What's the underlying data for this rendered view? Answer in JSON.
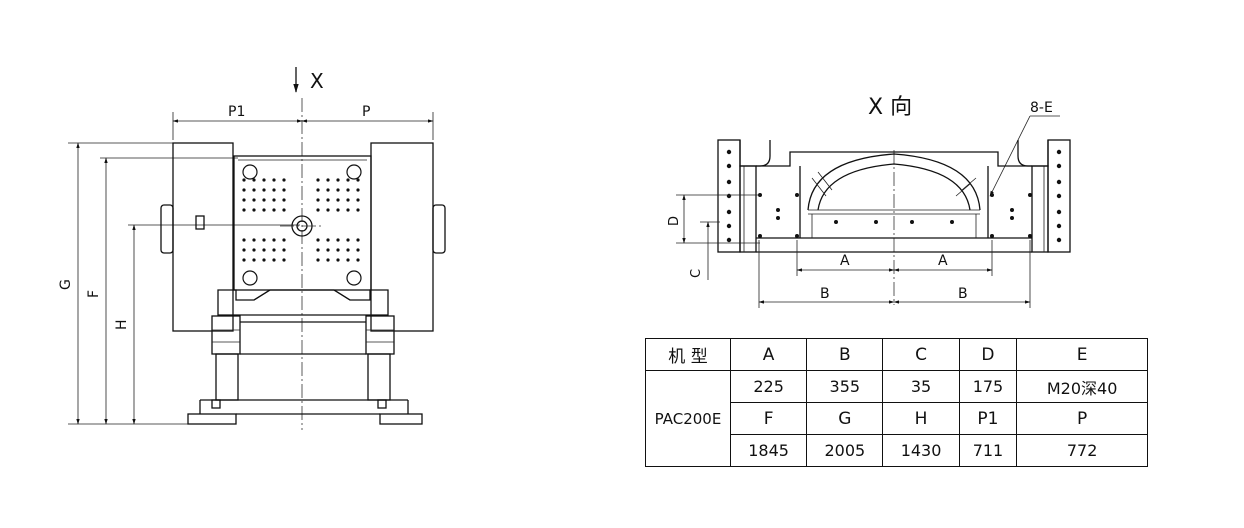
{
  "left_view": {
    "view_arrow_label": "X",
    "dims": {
      "p1": "P1",
      "p": "P",
      "g": "G",
      "f": "F",
      "h": "H"
    }
  },
  "right_view": {
    "title": "X 向",
    "hole_callout": "8-E",
    "dims": {
      "a": "A",
      "b": "B",
      "c": "C",
      "d": "D"
    }
  },
  "spec_table": {
    "model_header": "机 型",
    "model": "PAC200E",
    "header_row_1": [
      "A",
      "B",
      "C",
      "D",
      "E"
    ],
    "value_row_1": [
      "225",
      "355",
      "35",
      "175",
      "M20深40"
    ],
    "header_row_2": [
      "F",
      "G",
      "H",
      "P1",
      "P"
    ],
    "value_row_2": [
      "1845",
      "2005",
      "1430",
      "711",
      "772"
    ]
  }
}
